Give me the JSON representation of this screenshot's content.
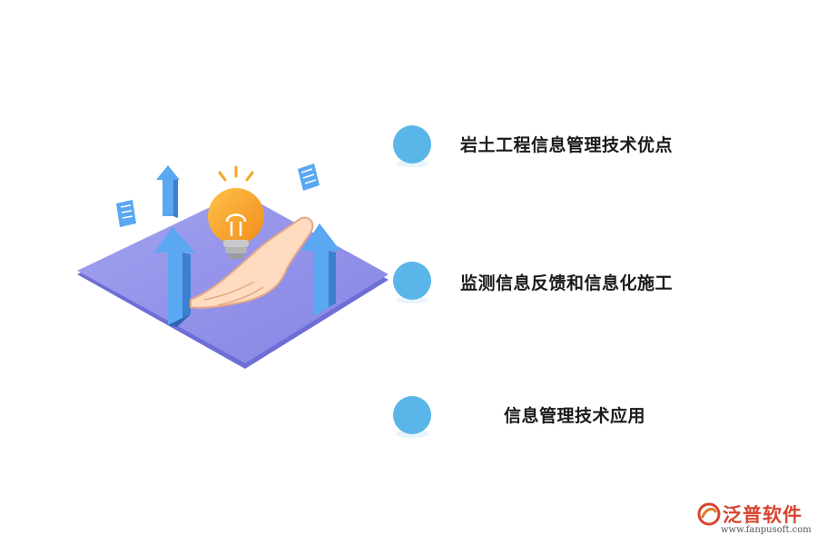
{
  "items": [
    {
      "label": "岩土工程信息管理技术优点"
    },
    {
      "label": "监测信息反馈和信息化施工"
    },
    {
      "label": "信息管理技术应用"
    }
  ],
  "colors": {
    "bullet": "#5ab6e8",
    "platform": "#8f8ee8",
    "arrow": "#4a9ff0",
    "bulb": "#f5a623",
    "hand": "#ffd9b8",
    "logo": "#d8452f"
  },
  "logo": {
    "text": "泛普软件",
    "url": "www.fanpusoft.com"
  }
}
